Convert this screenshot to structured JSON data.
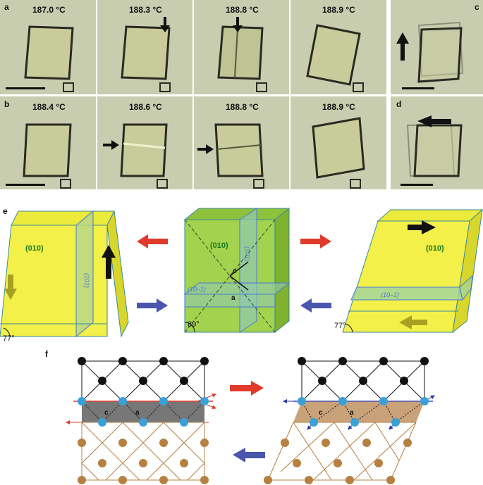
{
  "figure": {
    "panels": {
      "a": {
        "label": "a",
        "frames": [
          {
            "temp": "187.0 °C"
          },
          {
            "temp": "188.3 °C"
          },
          {
            "temp": "188.8 °C"
          },
          {
            "temp": "188.9 °C"
          }
        ]
      },
      "b": {
        "label": "b",
        "frames": [
          {
            "temp": "188.4 °C"
          },
          {
            "temp": "188.6 °C"
          },
          {
            "temp": "188.8 °C"
          },
          {
            "temp": "188.9 °C"
          }
        ]
      },
      "c": {
        "label": "c"
      },
      "d": {
        "label": "d"
      },
      "e": {
        "label": "e",
        "left": {
          "face": "(010)",
          "plane": "(101)",
          "angle": "77°"
        },
        "center": {
          "face": "(010)",
          "plane_vertical": "(101)",
          "plane_horizontal": "(10–1)",
          "axis_c": "c",
          "axis_a": "a",
          "angle": "89°"
        },
        "right": {
          "face": "(010)",
          "plane": "(10–1)",
          "angle": "77°"
        }
      },
      "f": {
        "label": "f",
        "left": {
          "axis_c": "c",
          "axis_a": "a"
        },
        "right": {
          "axis_c": "c",
          "axis_a": "a"
        }
      }
    },
    "colors": {
      "micrograph_bg": "#c9cdb0",
      "crystal_dark": "#2a2a22",
      "crystal_yellow": "#f2ef3a",
      "crystal_green": "#9fce4a",
      "face_label_green": "#1a7a1a",
      "plane_blue": "#4a7ad0",
      "arrow_red": "#e03a2a",
      "arrow_blue": "#4a55b0",
      "atom_black": "#111111",
      "atom_cyan": "#3aa0d8",
      "atom_brown": "#b58040",
      "band_gray": "#777777",
      "band_tan": "#c9a27a"
    }
  }
}
